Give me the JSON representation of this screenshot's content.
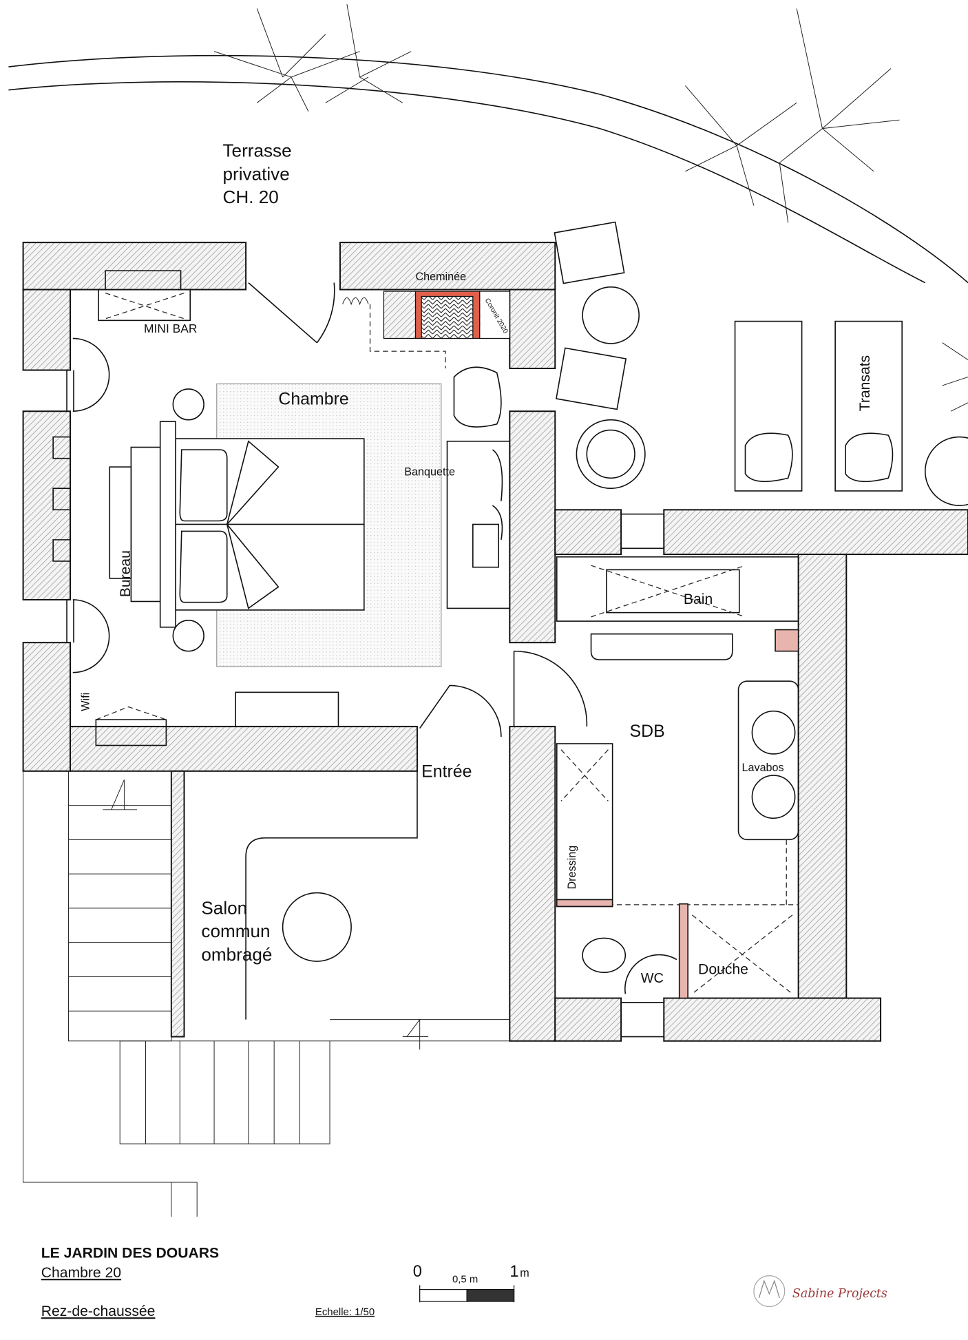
{
  "terrace": {
    "line1": "Terrasse",
    "line2": "privative",
    "line3": "CH. 20"
  },
  "rooms": {
    "chambre": "Chambre",
    "cheminee": "Cheminée",
    "cheminee_note": "Coronit 2020",
    "minibar": "MINI BAR",
    "banquette": "Banquette",
    "bureau": "Bureau",
    "wifi": "Wifi",
    "entree": "Entrée",
    "transats": "Transats",
    "bain": "Bain",
    "sdb": "SDB",
    "lavabos": "Lavabos",
    "dressing": "Dressing",
    "wc": "WC",
    "douche": "Douche",
    "salon_line1": "Salon",
    "salon_line2": "commun",
    "salon_line3": "ombragé"
  },
  "title_block": {
    "project": "LE JARDIN DES DOUARS",
    "room": "Chambre 20",
    "level": "Rez-de-chaussée",
    "scale_text": "Echelle: 1/50",
    "scale_bar": {
      "start": "0",
      "mid": "0,5 m",
      "end": "1",
      "end_unit": "m"
    },
    "logo_text": "Sabine Projects"
  },
  "colors": {
    "fireplace": "#e0604c",
    "wall_hatch": "#888888",
    "logo": "#9b3a3a"
  }
}
